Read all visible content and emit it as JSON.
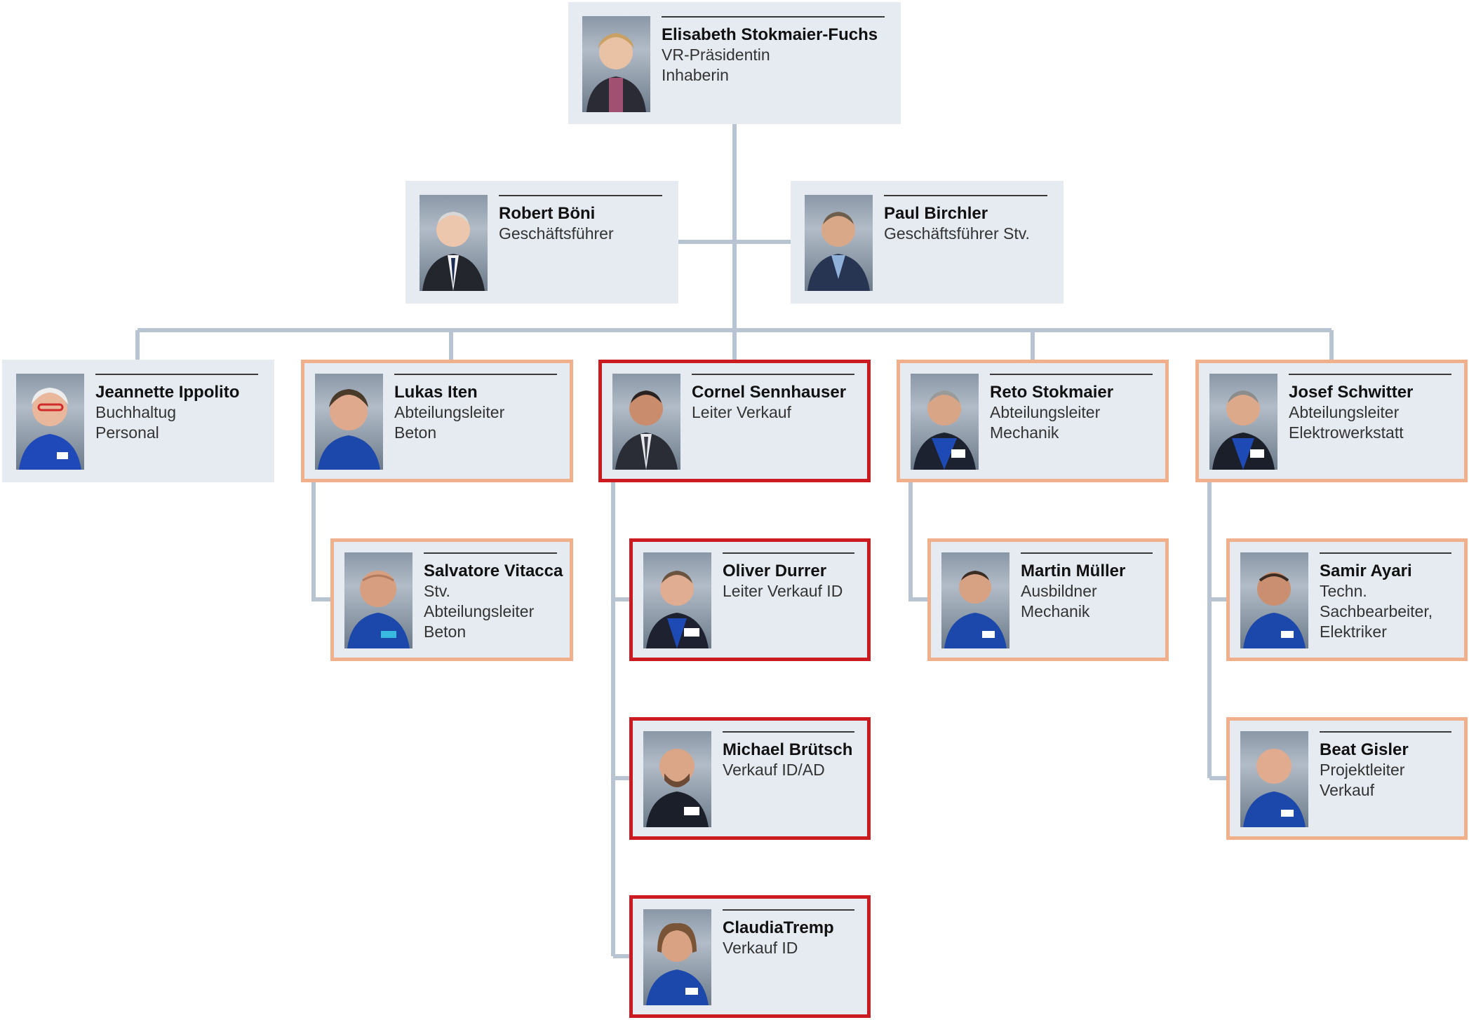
{
  "colors": {
    "card_background": "#e6ebf2",
    "connector": "#b9c4d2",
    "orange_border": "#efb08b",
    "red_border": "#cc1a21"
  },
  "people": {
    "ceo": {
      "name": "Elisabeth Stokmaier-Fuchs",
      "roles": [
        "VR-Präsidentin",
        "Inhaberin"
      ]
    },
    "boeni": {
      "name": "Robert Böni",
      "roles": [
        "Geschäftsführer"
      ]
    },
    "birchler": {
      "name": "Paul Birchler",
      "roles": [
        "Geschäftsführer Stv."
      ]
    },
    "ippolito": {
      "name": "Jeannette Ippolito",
      "roles": [
        "Buchhaltug",
        "Personal"
      ]
    },
    "iten": {
      "name": "Lukas Iten",
      "roles": [
        "Abteilungsleiter",
        "Beton"
      ]
    },
    "sennhauser": {
      "name": "Cornel Sennhauser",
      "roles": [
        "Leiter Verkauf"
      ]
    },
    "stokmaier": {
      "name": "Reto Stokmaier",
      "roles": [
        "Abteilungsleiter",
        "Mechanik"
      ]
    },
    "schwitter": {
      "name": "Josef Schwitter",
      "roles": [
        "Abteilungsleiter",
        "Elektrowerkstatt"
      ]
    },
    "vitacca": {
      "name": "Salvatore Vitacca",
      "roles": [
        "Stv.",
        "Abteilungsleiter",
        "Beton"
      ]
    },
    "durrer": {
      "name": "Oliver Durrer",
      "roles": [
        "Leiter Verkauf ID"
      ]
    },
    "bruetsch": {
      "name": "Michael Brütsch",
      "roles": [
        "Verkauf ID/AD"
      ]
    },
    "tremp": {
      "name": "ClaudiaTremp",
      "roles": [
        "Verkauf ID"
      ]
    },
    "mueller": {
      "name": "Martin Müller",
      "roles": [
        "Ausbildner",
        "Mechanik"
      ]
    },
    "ayari": {
      "name": "Samir Ayari",
      "roles": [
        "Techn.",
        "Sachbearbeiter,",
        "Elektriker"
      ]
    },
    "gisler": {
      "name": "Beat Gisler",
      "roles": [
        "Projektleiter",
        "Verkauf"
      ]
    }
  }
}
